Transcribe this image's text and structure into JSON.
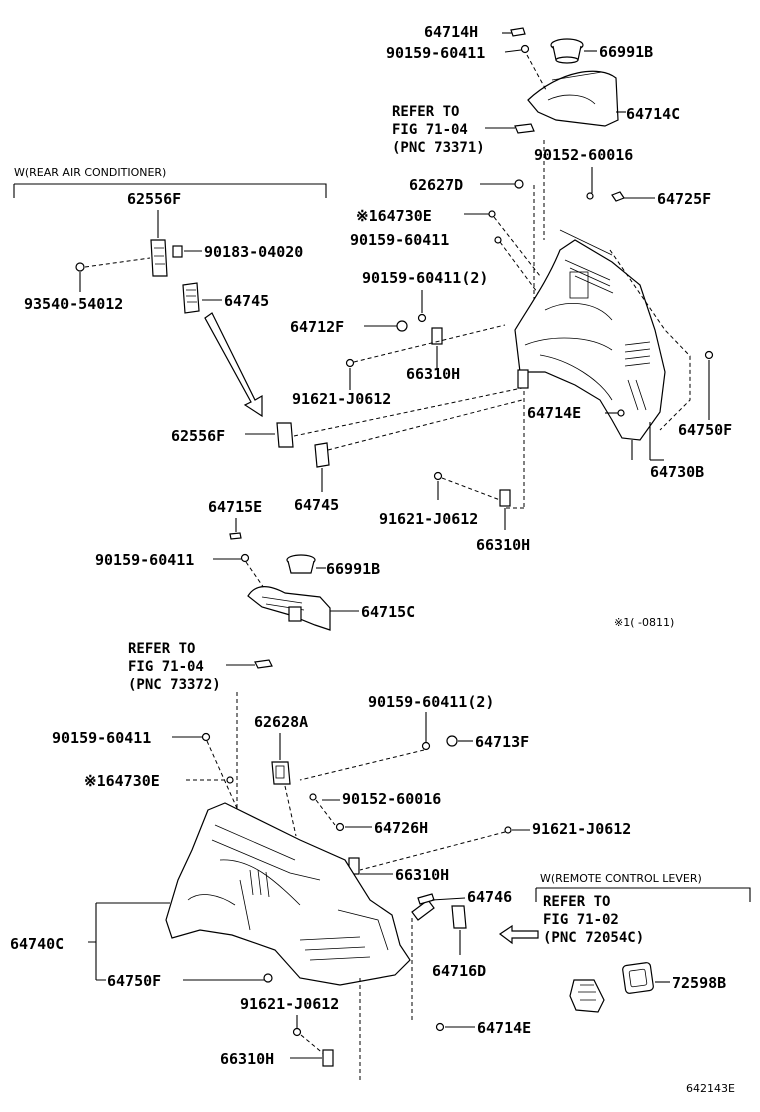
{
  "labels": {
    "p64714H_top": "64714H",
    "p90159_top": "90159-60411",
    "p66991B_top": "66991B",
    "p64714C": "64714C",
    "refer1_l1": "REFER TO",
    "refer1_l2": "FIG 71-04",
    "refer1_l3": "(PNC 73371)",
    "p90152_top": "90152-60016",
    "p62627D": "62627D",
    "p64725F": "64725F",
    "p64730E_top": "※164730E",
    "p90159_mid": "90159-60411",
    "p90159_2_top": "90159-60411(2)",
    "p64712F": "64712F",
    "p66310H_a": "66310H",
    "p91621_a": "91621-J0612",
    "p64714E_a": "64714E",
    "p64750F_a": "64750F",
    "p64730B": "64730B",
    "rear_ac": "W(REAR AIR CONDITIONER)",
    "p62556F_top": "62556F",
    "p90183": "90183-04020",
    "p93540": "93540-54012",
    "p64745_top": "64745",
    "p62556F_mid": "62556F",
    "p64745_mid": "64745",
    "p91621_b": "91621-J0612",
    "p66310H_b": "66310H",
    "p64715E": "64715E",
    "p90159_c": "90159-60411",
    "p66991B_mid": "66991B",
    "p64715C": "64715C",
    "footnote": "※1(      -0811)",
    "refer2_l1": "REFER TO",
    "refer2_l2": "FIG 71-04",
    "refer2_l3": "(PNC 73372)",
    "p90159_2_low": "90159-60411(2)",
    "p62628A": "62628A",
    "p90159_d": "90159-60411",
    "p64713F": "64713F",
    "p64730E_low": "※164730E",
    "p90152_low": "90152-60016",
    "p64726H": "64726H",
    "p91621_c": "91621-J0612",
    "p66310H_c": "66310H",
    "remote": "W(REMOTE CONTROL LEVER)",
    "p64746": "64746",
    "refer3_l1": "REFER TO",
    "refer3_l2": "FIG 71-02",
    "refer3_l3": "(PNC 72054C)",
    "p64740C": "64740C",
    "p64716D": "64716D",
    "p64750F_low": "64750F",
    "p72598B": "72598B",
    "p91621_d": "91621-J0612",
    "p64714E_low": "64714E",
    "p66310H_d": "66310H",
    "fig_id": "642143E"
  }
}
